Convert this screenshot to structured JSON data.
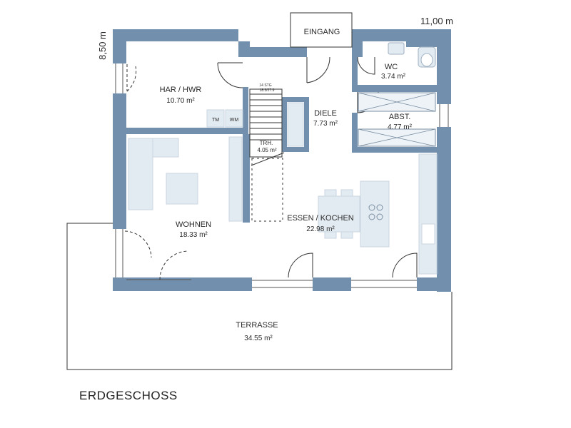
{
  "dimensions": {
    "width": "11,00 m",
    "depth": "8,50 m"
  },
  "entrance": "EINGANG",
  "rooms": [
    {
      "id": "har",
      "name": "HAR / HWR",
      "area": "10.70 m²"
    },
    {
      "id": "wc",
      "name": "WC",
      "area": "3.74 m²"
    },
    {
      "id": "diele",
      "name": "DIELE",
      "area": "7.73 m²"
    },
    {
      "id": "abst",
      "name": "ABST.",
      "area": "4.77 m²"
    },
    {
      "id": "trh",
      "name": "TRH.",
      "area": "4.05 m²"
    },
    {
      "id": "wohnen",
      "name": "WOHNEN",
      "area": "18.33 m²"
    },
    {
      "id": "essen",
      "name": "ESSEN / KOCHEN",
      "area": "22.98 m²"
    },
    {
      "id": "terrasse",
      "name": "TERRASSE",
      "area": "34.55 m²"
    }
  ],
  "stair_note": [
    "14 STG",
    "18.3/27.9"
  ],
  "appliances": {
    "tm": "TM",
    "wm": "WM"
  },
  "floor_label": "ERDGESCHOSS",
  "colors": {
    "wall": "#7290ad",
    "furniture": "#e3ebf2",
    "furniture_edge": "#c9d5e0",
    "line": "#333333"
  }
}
